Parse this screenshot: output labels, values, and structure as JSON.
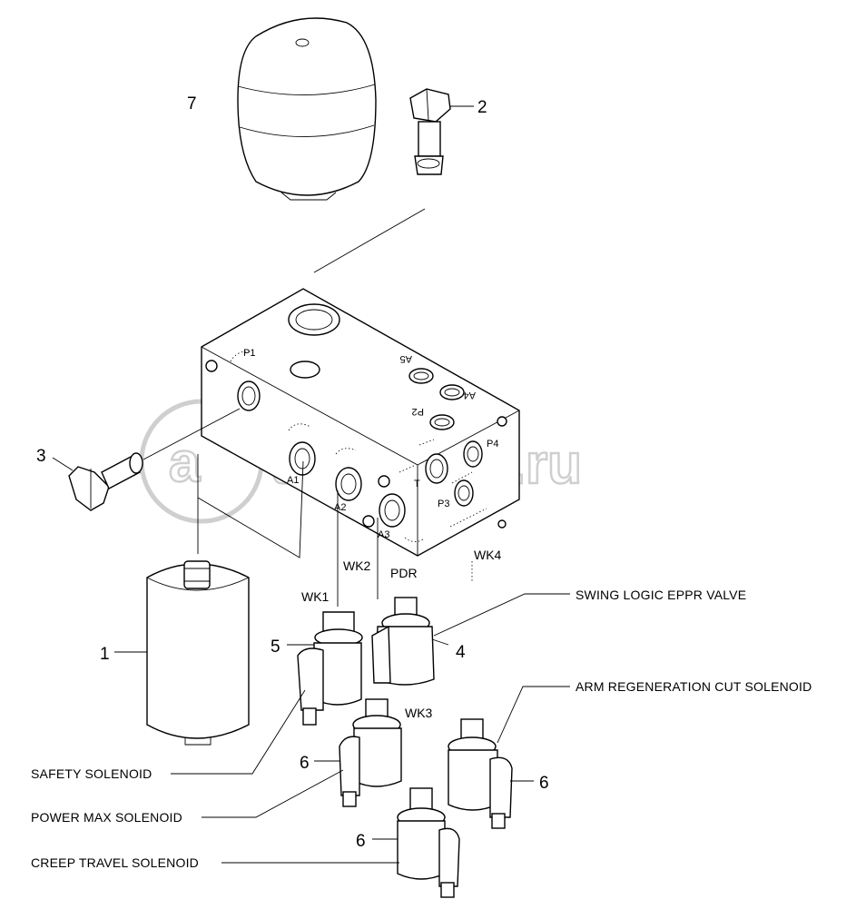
{
  "part_numbers": {
    "p1": "1",
    "p2": "2",
    "p3": "3",
    "p4": "4",
    "p5": "5",
    "p6a": "6",
    "p6b": "6",
    "p6c": "6",
    "p7": "7"
  },
  "callouts": {
    "swing_logic": "SWING LOGIC EPPR VALVE",
    "arm_regen": "ARM REGENERATION CUT SOLENOID",
    "safety": "SAFETY SOLENOID",
    "power_max": "POWER MAX SOLENOID",
    "creep_travel": "CREEP TRAVEL SOLENOID"
  },
  "ports": {
    "p1": "P1",
    "a5": "A5",
    "a4": "A4",
    "p2": "P2",
    "p4": "P4",
    "t": "T",
    "p3": "P3",
    "a1": "A1",
    "a2": "A2",
    "a3": "A3"
  },
  "wires": {
    "wk1": "WK1",
    "wk2": "WK2",
    "pdr": "PDR",
    "wk3": "WK3",
    "wk4": "WK4"
  },
  "watermark": "autopiter.ru"
}
